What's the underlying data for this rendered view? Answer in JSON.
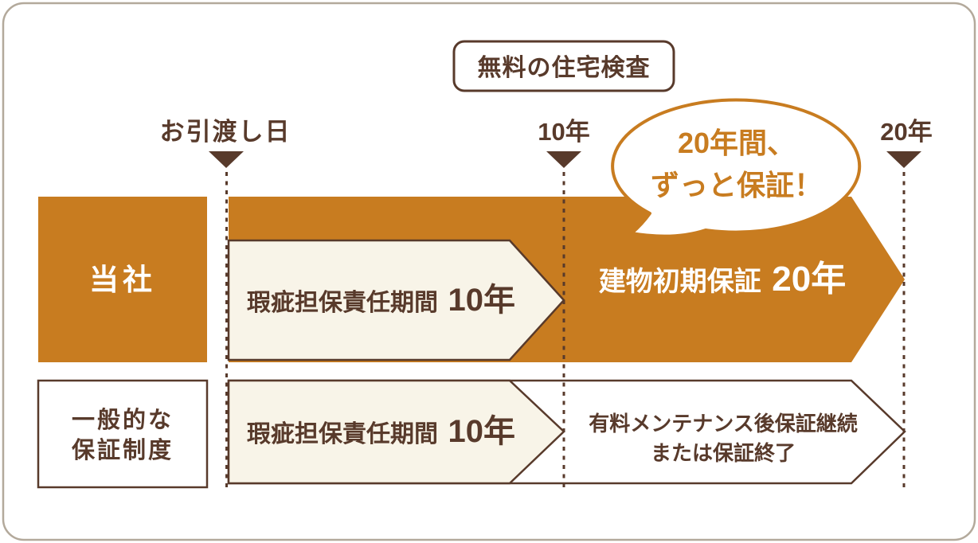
{
  "colors": {
    "orange": "#c87c20",
    "cream": "#f8f4e8",
    "brown": "#583a2b",
    "white": "#ffffff",
    "frame_border": "#b3a99b"
  },
  "inspection_box": {
    "label": "無料の住宅検査"
  },
  "timeline": {
    "start_label": "お引渡し日",
    "mid_label": "10年",
    "end_label": "20年"
  },
  "bubble": {
    "line1": "20年間、",
    "line2": "ずっと保証！"
  },
  "rows": {
    "company": {
      "name": "当社",
      "segment1_text": "瑕疵担保責任期間",
      "segment1_value": "10年",
      "segment2_text": "建物初期保証",
      "segment2_value": "20年"
    },
    "general": {
      "name_line1": "一般的な",
      "name_line2": "保証制度",
      "segment1_text": "瑕疵担保責任期間",
      "segment1_value": "10年",
      "segment2_line1": "有料メンテナンス後保証継続",
      "segment2_line2": "または保証終了"
    }
  }
}
